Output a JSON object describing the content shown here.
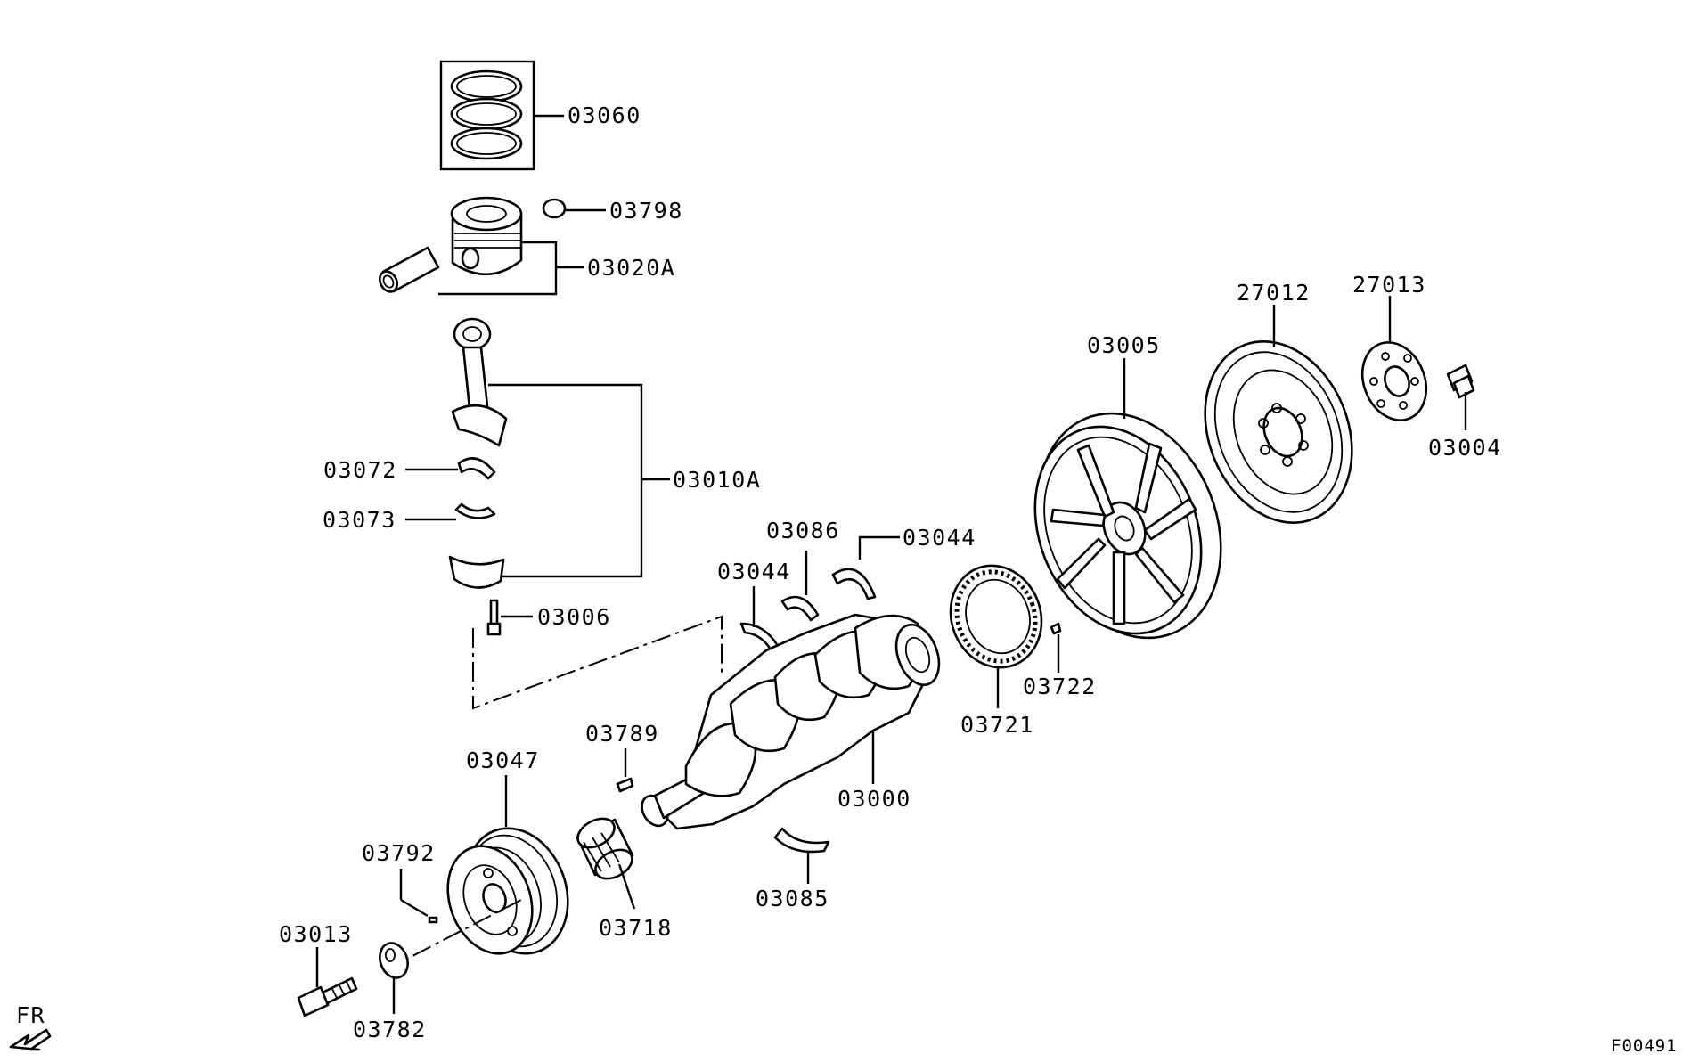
{
  "labels": {
    "p03060": "03060",
    "p03798": "03798",
    "p03020A": "03020A",
    "p03010A": "03010A",
    "p03072": "03072",
    "p03073": "03073",
    "p03006": "03006",
    "p03086": "03086",
    "p03044a": "03044",
    "p03044b": "03044",
    "p03005": "03005",
    "p27012": "27012",
    "p27013": "27013",
    "p03004": "03004",
    "p03722": "03722",
    "p03721": "03721",
    "p03789": "03789",
    "p03000": "03000",
    "p03047": "03047",
    "p03792": "03792",
    "p03718": "03718",
    "p03085": "03085",
    "p03013": "03013",
    "p03782": "03782"
  },
  "orientation": {
    "label": "FR",
    "icon": "front-direction-arrow-icon"
  },
  "figure_id": "F00491"
}
